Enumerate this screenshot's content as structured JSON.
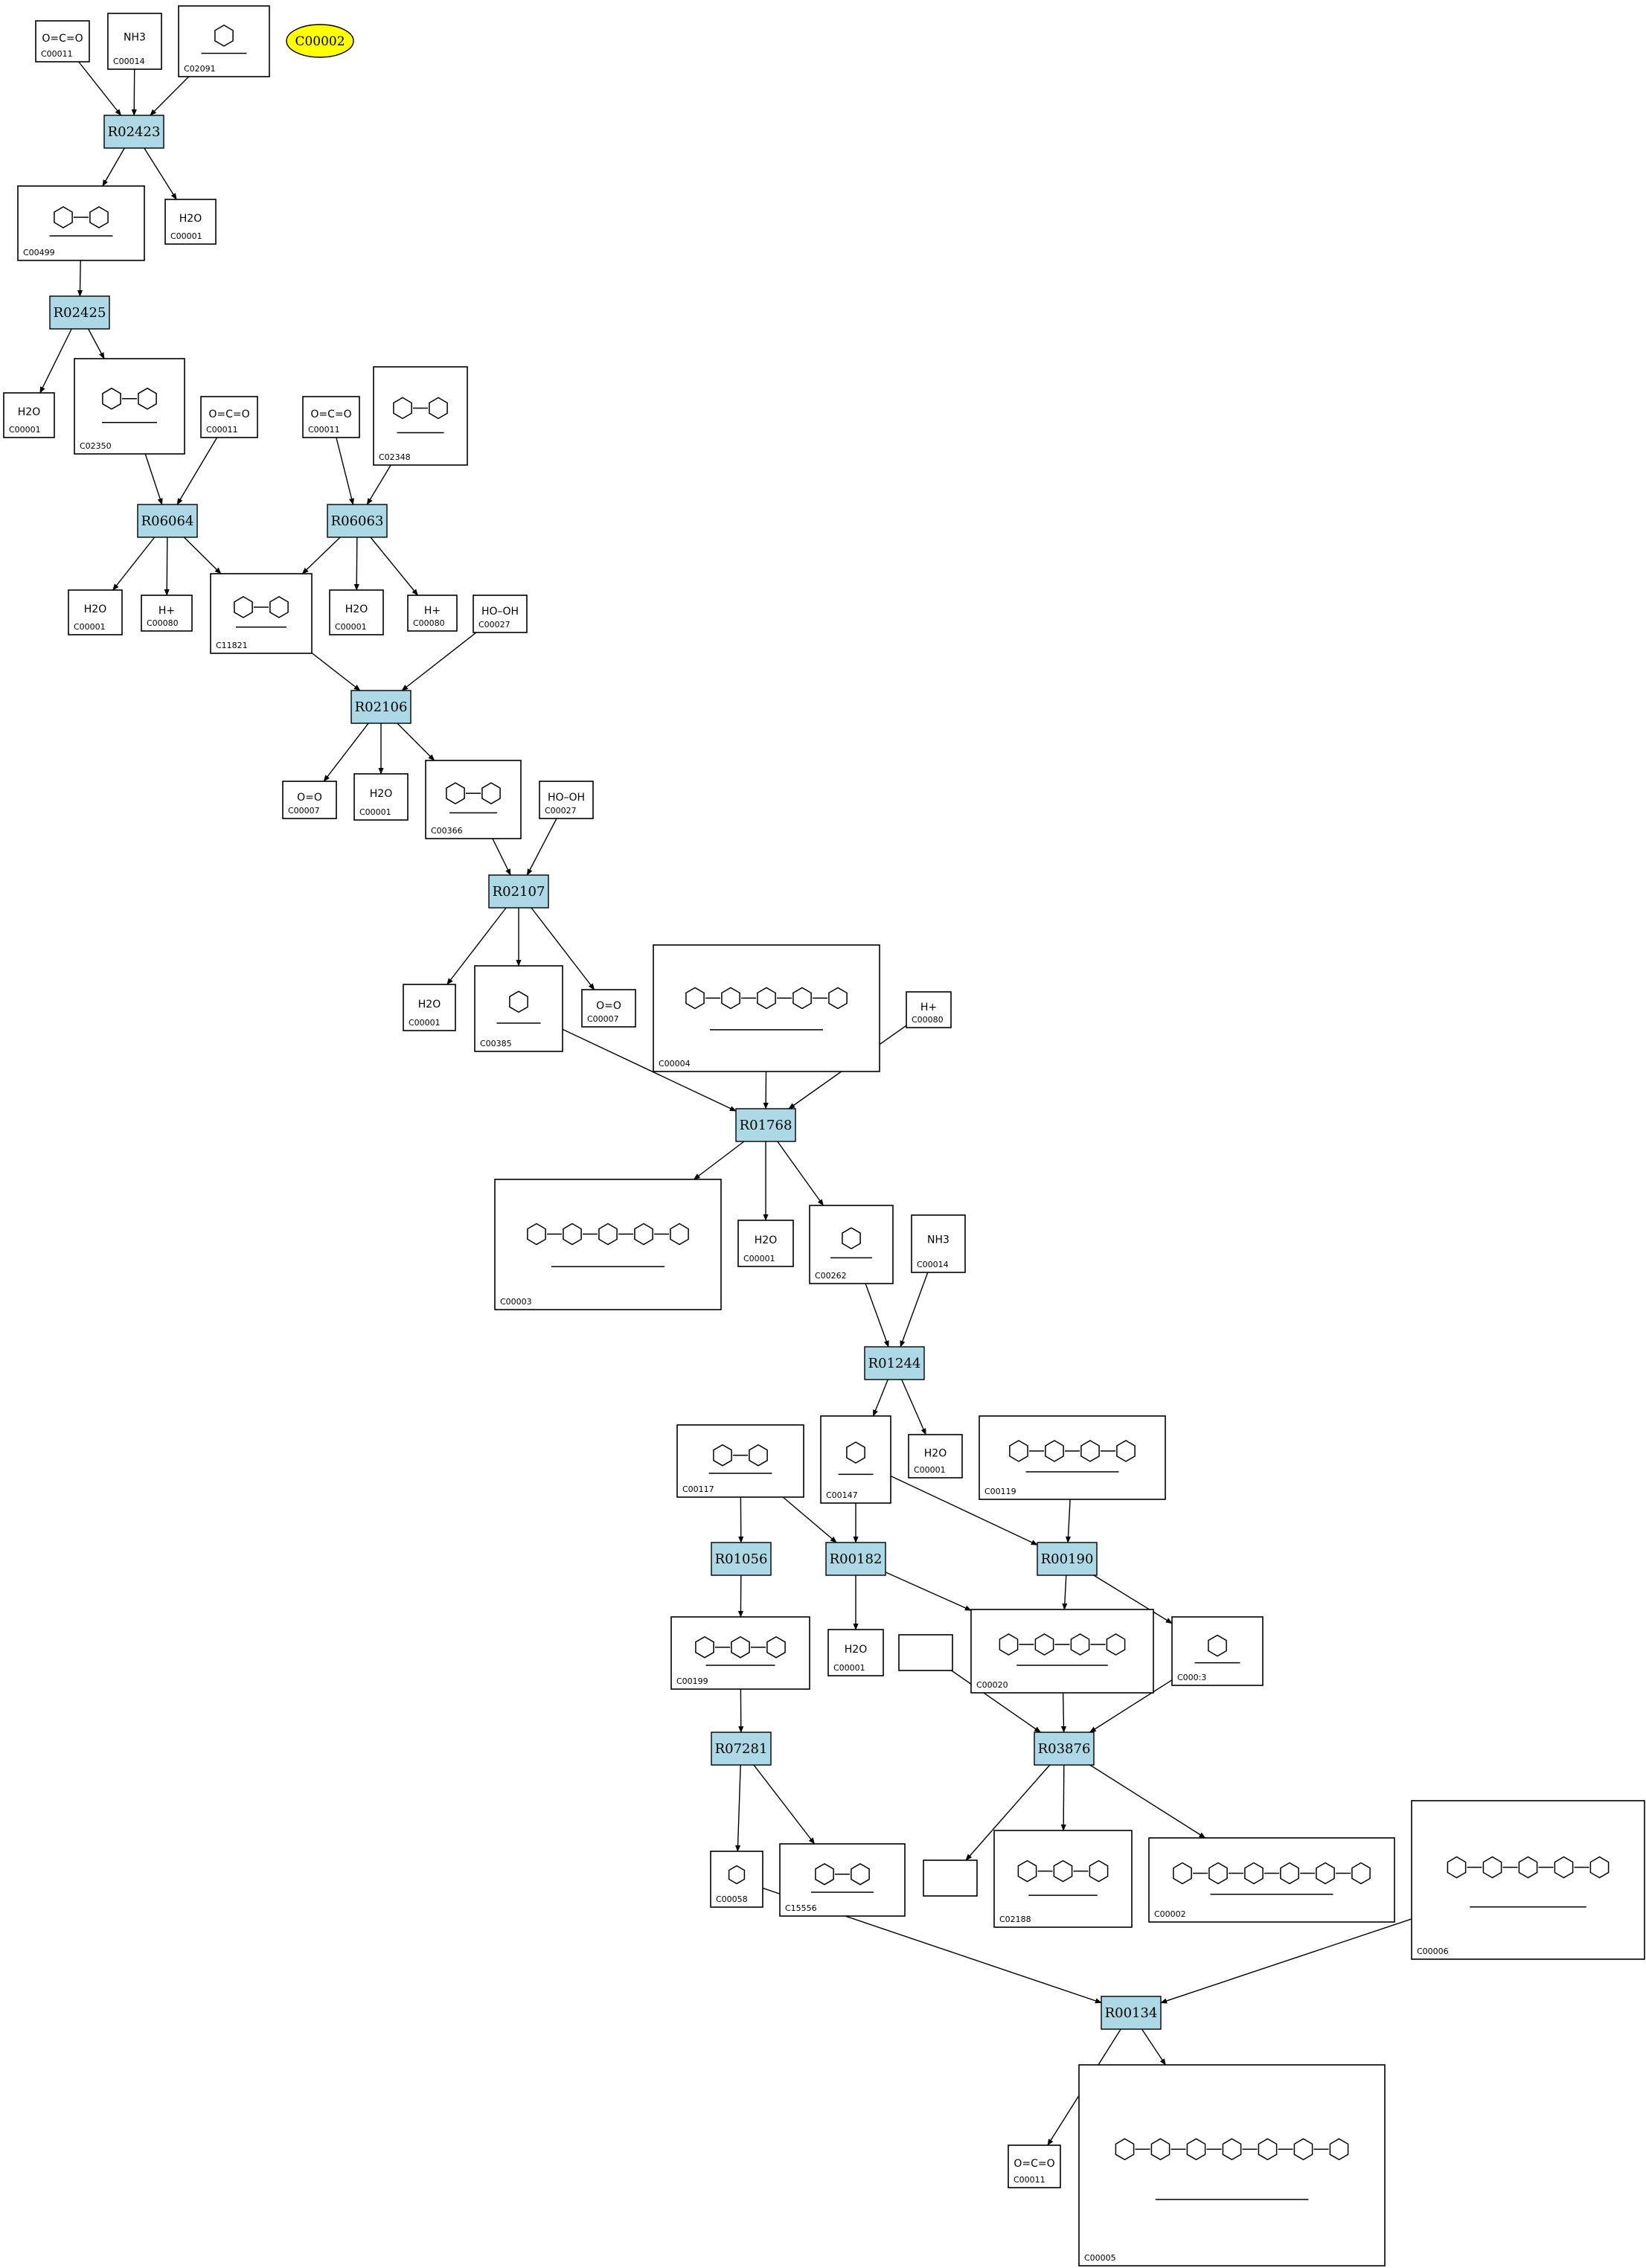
{
  "seed": {
    "id": "C00002",
    "color": "#ffff00"
  },
  "reaction_color": "#add8e6",
  "reactions": [
    {
      "key": "R02423",
      "label": "R02423"
    },
    {
      "key": "R02425",
      "label": "R02425"
    },
    {
      "key": "R06064",
      "label": "R06064"
    },
    {
      "key": "R06063",
      "label": "R06063"
    },
    {
      "key": "R02106",
      "label": "R02106"
    },
    {
      "key": "R02107",
      "label": "R02107"
    },
    {
      "key": "R01768",
      "label": "R01768"
    },
    {
      "key": "R01244",
      "label": "R01244"
    },
    {
      "key": "R01056",
      "label": "R01056"
    },
    {
      "key": "R00182",
      "label": "R00182"
    },
    {
      "key": "R00190",
      "label": "R00190"
    },
    {
      "key": "R07281",
      "label": "R07281"
    },
    {
      "key": "R03876",
      "label": "R03876"
    },
    {
      "key": "R00134",
      "label": "R00134"
    }
  ],
  "compounds": [
    {
      "key": "n1",
      "id": "C00011",
      "formula": "O=C=O",
      "icon": "co2-structure"
    },
    {
      "key": "n2",
      "id": "C00014",
      "formula": "NH3",
      "icon": "ammonia-structure"
    },
    {
      "key": "n3",
      "id": "C02091",
      "formula": "",
      "icon": "ureidoglycine-structure"
    },
    {
      "key": "n4",
      "id": "C00499",
      "formula": "",
      "icon": "allantoate-structure"
    },
    {
      "key": "n5",
      "id": "C00001",
      "formula": "H2O",
      "icon": "water-structure"
    },
    {
      "key": "n6",
      "id": "C00001",
      "formula": "H2O",
      "icon": "water-structure"
    },
    {
      "key": "n7",
      "id": "C02350",
      "formula": "",
      "icon": "allantoin-structure"
    },
    {
      "key": "n8",
      "id": "C00011",
      "formula": "O=C=O",
      "icon": "co2-structure"
    },
    {
      "key": "n9",
      "id": "C00011",
      "formula": "O=C=O",
      "icon": "co2-structure"
    },
    {
      "key": "n10",
      "id": "C02348",
      "formula": "",
      "icon": "ureidoglycine-structure"
    },
    {
      "key": "n11",
      "id": "C00001",
      "formula": "H2O",
      "icon": "water-structure"
    },
    {
      "key": "n12",
      "id": "C00080",
      "formula": "H+",
      "icon": "proton-structure"
    },
    {
      "key": "n13",
      "id": "C11821",
      "formula": "",
      "icon": "hydroxyisourate-structure"
    },
    {
      "key": "n14",
      "id": "C00001",
      "formula": "H2O",
      "icon": "water-structure"
    },
    {
      "key": "n15",
      "id": "C00080",
      "formula": "H+",
      "icon": "proton-structure"
    },
    {
      "key": "n16",
      "id": "C00027",
      "formula": "HO–OH",
      "icon": "peroxide-structure"
    },
    {
      "key": "n17",
      "id": "C00007",
      "formula": "O=O",
      "icon": "oxygen-structure"
    },
    {
      "key": "n18",
      "id": "C00001",
      "formula": "H2O",
      "icon": "water-structure"
    },
    {
      "key": "n19",
      "id": "C00366",
      "formula": "",
      "icon": "urate-structure"
    },
    {
      "key": "n20",
      "id": "C00027",
      "formula": "HO–OH",
      "icon": "peroxide-structure"
    },
    {
      "key": "n21",
      "id": "C00001",
      "formula": "H2O",
      "icon": "water-structure"
    },
    {
      "key": "n22",
      "id": "C00385",
      "formula": "",
      "icon": "xanthine-structure"
    },
    {
      "key": "n23",
      "id": "C00007",
      "formula": "O=O",
      "icon": "oxygen-structure"
    },
    {
      "key": "n24",
      "id": "C00004",
      "formula": "",
      "icon": "nadh-structure"
    },
    {
      "key": "n25",
      "id": "C00080",
      "formula": "H+",
      "icon": "proton-structure"
    },
    {
      "key": "n26",
      "id": "C00003",
      "formula": "",
      "icon": "nad-structure"
    },
    {
      "key": "n27",
      "id": "C00001",
      "formula": "H2O",
      "icon": "water-structure"
    },
    {
      "key": "n28",
      "id": "C00262",
      "formula": "",
      "icon": "hypoxanthine-structure"
    },
    {
      "key": "n29",
      "id": "C00014",
      "formula": "NH3",
      "icon": "ammonia-structure"
    },
    {
      "key": "n30",
      "id": "C00117",
      "formula": "",
      "icon": "ribose-phosphate-structure"
    },
    {
      "key": "n31",
      "id": "C00147",
      "formula": "",
      "icon": "adenine-structure"
    },
    {
      "key": "n32",
      "id": "C00001",
      "formula": "H2O",
      "icon": "water-structure"
    },
    {
      "key": "n33",
      "id": "C00119",
      "formula": "",
      "icon": "prpp-structure"
    },
    {
      "key": "n34",
      "id": "C00199",
      "formula": "",
      "icon": "ribulose-phosphate-structure"
    },
    {
      "key": "n35",
      "id": "C00001",
      "formula": "H2O",
      "icon": "water-structure"
    },
    {
      "key": "n36",
      "id": "",
      "formula": "",
      "icon": ""
    },
    {
      "key": "n37",
      "id": "C00020",
      "formula": "",
      "icon": "amp-structure"
    },
    {
      "key": "n38",
      "id": "C000:3",
      "formula": "",
      "icon": "pyrophosphate-structure"
    },
    {
      "key": "n39",
      "id": "C00058",
      "formula": "",
      "icon": "formate-structure"
    },
    {
      "key": "n40",
      "id": "C15556",
      "formula": "",
      "icon": "dihydroxyacetone-phosphate-structure"
    },
    {
      "key": "n41",
      "id": "",
      "formula": "",
      "icon": ""
    },
    {
      "key": "n42",
      "id": "C02188",
      "formula": "",
      "icon": "protein-lysine-structure"
    },
    {
      "key": "n43",
      "id": "C00002",
      "formula": "",
      "icon": "atp-structure"
    },
    {
      "key": "n44",
      "id": "C00006",
      "formula": "",
      "icon": "nadp-structure"
    },
    {
      "key": "n45",
      "id": "C00011",
      "formula": "O=C=O",
      "icon": "co2-structure"
    },
    {
      "key": "n46",
      "id": "C00005",
      "formula": "",
      "icon": "nadph-structure"
    }
  ]
}
